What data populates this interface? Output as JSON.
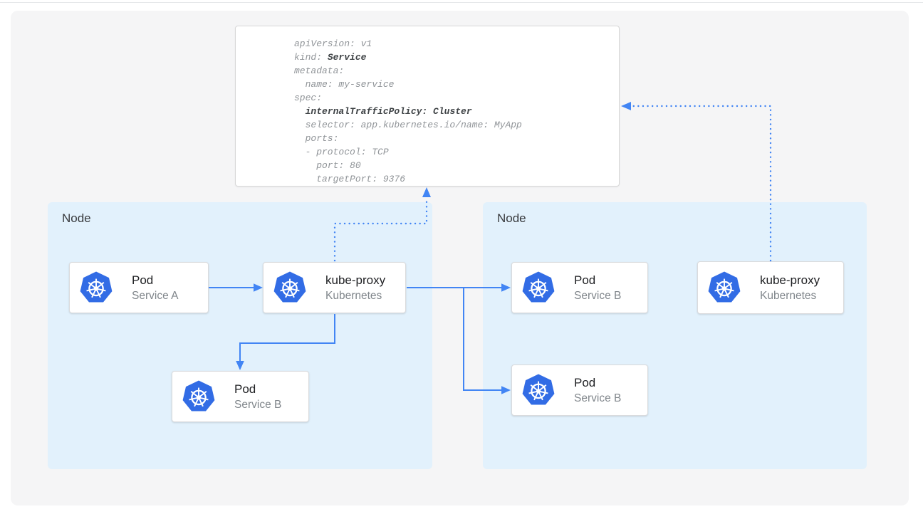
{
  "yaml": {
    "lines": [
      {
        "pre": "apiVersion: v1",
        "bold": ""
      },
      {
        "pre": "kind: ",
        "bold": "Service"
      },
      {
        "pre": "metadata:",
        "bold": ""
      },
      {
        "pre": "  name: my-service",
        "bold": ""
      },
      {
        "pre": "spec:",
        "bold": ""
      },
      {
        "pre": "  ",
        "bold": "internalTrafficPolicy: Cluster"
      },
      {
        "pre": "  selector: app.kubernetes.io/name: MyApp",
        "bold": ""
      },
      {
        "pre": "  ports:",
        "bold": ""
      },
      {
        "pre": "  - protocol: TCP",
        "bold": ""
      },
      {
        "pre": "    port: 80",
        "bold": ""
      },
      {
        "pre": "    targetPort: 9376",
        "bold": ""
      }
    ]
  },
  "nodes": [
    {
      "label": "Node"
    },
    {
      "label": "Node"
    }
  ],
  "cards": {
    "pod_a": {
      "title": "Pod",
      "subtitle": "Service A",
      "icon": "kubernetes-icon"
    },
    "kube_proxy_left": {
      "title": "kube-proxy",
      "subtitle": "Kubernetes",
      "icon": "kubernetes-icon"
    },
    "pod_b_left": {
      "title": "Pod",
      "subtitle": "Service B",
      "icon": "kubernetes-icon"
    },
    "pod_b_right_top": {
      "title": "Pod",
      "subtitle": "Service B",
      "icon": "kubernetes-icon"
    },
    "pod_b_right_bottom": {
      "title": "Pod",
      "subtitle": "Service B",
      "icon": "kubernetes-icon"
    },
    "kube_proxy_right": {
      "title": "kube-proxy",
      "subtitle": "Kubernetes",
      "icon": "kubernetes-icon"
    }
  },
  "colors": {
    "arrow_blue": "#4285f4",
    "kubernetes_blue": "#326ce5",
    "node_fill": "#e2f1fc",
    "canvas_gray": "#f5f5f6"
  }
}
